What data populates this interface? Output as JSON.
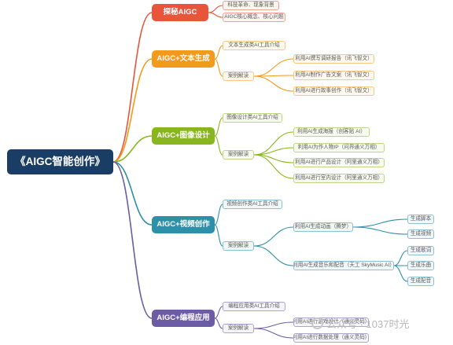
{
  "root": {
    "label": "《AIGC智能创作》"
  },
  "colors": {
    "red": "#e8553a",
    "orange": "#f29a1c",
    "green": "#89b51e",
    "teal": "#2e8fa9",
    "purple": "#6b5ca5",
    "root": "#1a3d66"
  },
  "branches": [
    {
      "label": "探秘AIGC",
      "color": "red",
      "items": [
        {
          "label": "科技革命、现象背景"
        },
        {
          "label": "AIGC核心概念、核心问题"
        }
      ]
    },
    {
      "label": "AIGC+文本生成",
      "color": "orange",
      "items": [
        {
          "label": "文本生成类AI工具介绍"
        },
        {
          "label": "案例解读",
          "children": [
            {
              "label": "利用AI撰写调研报告（讯飞智文）"
            },
            {
              "label": "利用AI制作广告文案（讯飞智文）"
            },
            {
              "label": "利用AI进行故事创作（讯飞智文）"
            }
          ]
        }
      ]
    },
    {
      "label": "AIGC+图像设计",
      "color": "green",
      "items": [
        {
          "label": "图像设计类AI工具介绍"
        },
        {
          "label": "案例解读",
          "children": [
            {
              "label": "利用AI生成海报（创客贴 AI）"
            },
            {
              "label": "利用AI为作人物IP（问界通义万相）"
            },
            {
              "label": "利用AI进行产品设计（阿里通义万相）"
            },
            {
              "label": "利用AI进行室内设计（阿里通义万相）"
            }
          ]
        }
      ]
    },
    {
      "label": "AIGC+视频创作",
      "color": "teal",
      "items": [
        {
          "label": "视频创作类AI工具介绍"
        },
        {
          "label": "案例解读",
          "children": [
            {
              "label": "利用AI生成动画（腾梦）",
              "children": [
                {
                  "label": "生成脚本"
                },
                {
                  "label": "生成视频"
                }
              ]
            },
            {
              "label": "利用AI生成音乐和配音（天工 SkyMusic AI）",
              "children": [
                {
                  "label": "生成歌词"
                },
                {
                  "label": "生成乐曲"
                },
                {
                  "label": "生成配音"
                }
              ]
            }
          ]
        }
      ]
    },
    {
      "label": "AIGC+编程应用",
      "color": "purple",
      "items": [
        {
          "label": "编程应用类AI工具介绍"
        },
        {
          "label": "案例解读",
          "children": [
            {
              "label": "利用AI进行游戏设计（通义灵码）"
            },
            {
              "label": "利用AI进行数据处理（通义灵码）"
            }
          ]
        }
      ]
    }
  ],
  "watermark": {
    "text": "公众号 · 1037时光"
  }
}
